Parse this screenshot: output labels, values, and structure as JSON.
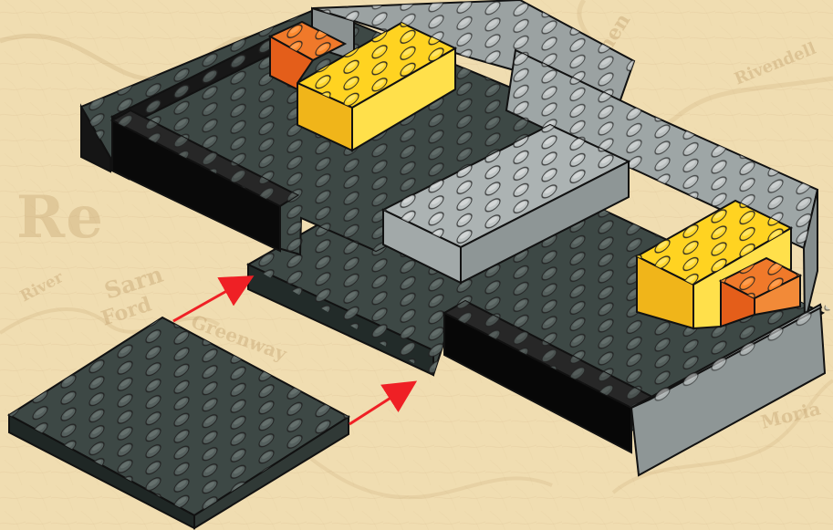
{
  "background": {
    "map_labels": [
      "Re",
      "Sarn",
      "Ford",
      "River",
      "Greenway",
      "Moria",
      "Rivendell",
      "Bruinen"
    ]
  },
  "colors": {
    "paper": "#f0ddb1",
    "map_ink": "#c9a46a",
    "dark_gray": "#3f4a47",
    "mid_gray": "#8e9696",
    "light_gray": "#b8bfc0",
    "black": "#111111",
    "yellow": "#f5cb1b",
    "orange": "#ef7822",
    "arrow": "#ef2025"
  },
  "instruction": {
    "step_type": "lego-assembly",
    "callout_arrows": 2,
    "loose_piece": "6x6 dark gray plate"
  }
}
